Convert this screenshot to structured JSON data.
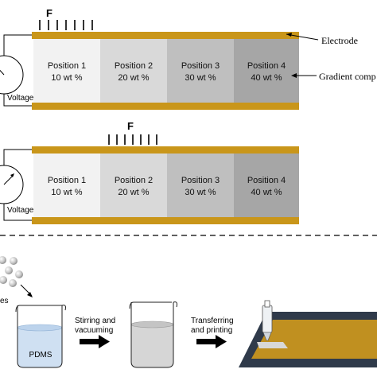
{
  "panel_a": {
    "force_label": "F",
    "positions": [
      {
        "name": "Position 1",
        "conc": "10 wt %",
        "fill": "#f2f2f2"
      },
      {
        "name": "Position 2",
        "conc": "20 wt %",
        "fill": "#d9d9d9"
      },
      {
        "name": "Position 3",
        "conc": "30 wt %",
        "fill": "#bfbfbf"
      },
      {
        "name": "Position 4",
        "conc": "40 wt %",
        "fill": "#a6a6a6"
      }
    ],
    "voltage_label": "Voltage",
    "electrode_label": "Electrode",
    "gradient_label": "Gradient comp"
  },
  "panel_b": {
    "force_label": "F",
    "positions": [
      {
        "name": "Position 1",
        "conc": "10 wt %",
        "fill": "#f2f2f2"
      },
      {
        "name": "Position 2",
        "conc": "20 wt %",
        "fill": "#d9d9d9"
      },
      {
        "name": "Position 3",
        "conc": "30 wt %",
        "fill": "#bfbfbf"
      },
      {
        "name": "Position 4",
        "conc": "40 wt %",
        "fill": "#a6a6a6"
      }
    ],
    "voltage_label": "Voltage"
  },
  "process": {
    "particles_label": "es",
    "beaker1_label": "PDMS",
    "step1_label": "Stirring and vacuuming",
    "step2_label": "Transferring and printing"
  },
  "colors": {
    "electrode": "#c9961a",
    "liquid_blue": "#cfe0f2",
    "liquid_grey": "#d6d6d6",
    "board_dark": "#2f3a4a",
    "board_gold": "#c09020"
  }
}
